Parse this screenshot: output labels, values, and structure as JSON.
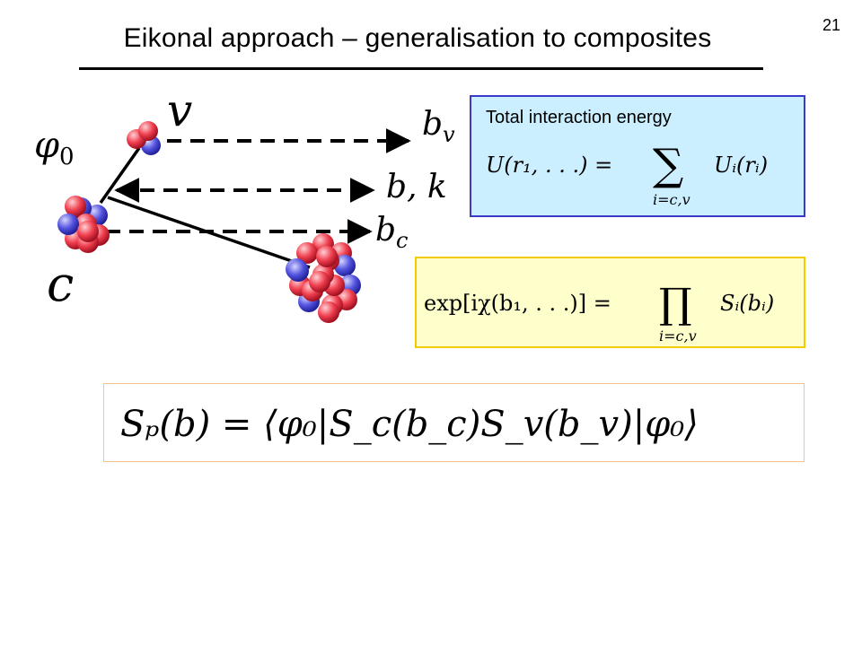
{
  "slide": {
    "title": "Eikonal approach – generalisation to composites",
    "page_number": "21"
  },
  "diagram": {
    "labels": {
      "phi0": "φ",
      "phi0_sub": "0",
      "v": "v",
      "c": "c",
      "b_v": "b",
      "b_v_sub": "v",
      "b_k": "b, k",
      "b_c": "b",
      "b_c_sub": "c"
    },
    "colors": {
      "proton": "#f04050",
      "neutron": "#5555e0",
      "energy_fill": "#ccefff",
      "energy_border": "#3b3bc8",
      "phase_fill": "#ffffcc",
      "phase_border": "#f2cc00",
      "sp_border": "#f4c48a"
    }
  },
  "energy_box": {
    "label": "Total interaction energy",
    "lhs": "U(r₁, . . .) =",
    "sum_symbol": "∑",
    "sum_index": "i=c,v",
    "rhs": "Uᵢ(rᵢ)"
  },
  "phase_box": {
    "lhs": "exp[iχ(b₁, . . .)] =",
    "prod_symbol": "∏",
    "prod_index": "i=c,v",
    "rhs": "Sᵢ(bᵢ)"
  },
  "sp_box": {
    "formula": "Sₚ(b) = ⟨φ₀|S_c(b_c)S_v(b_v)|φ₀⟩"
  }
}
